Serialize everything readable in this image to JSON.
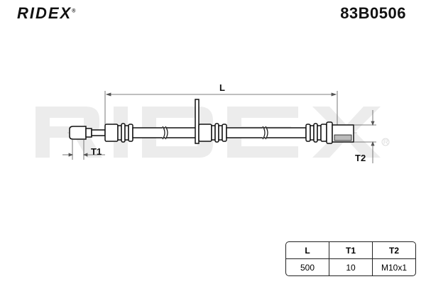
{
  "brand": "RIDEX",
  "part_number": "83B0506",
  "watermark": "RIDEX",
  "dimension_labels": {
    "L": "L",
    "T1": "T1",
    "T2": "T2"
  },
  "spec_table": {
    "headers": [
      "L",
      "T1",
      "T2"
    ],
    "values": [
      "500",
      "10",
      "M10x1"
    ]
  }
}
